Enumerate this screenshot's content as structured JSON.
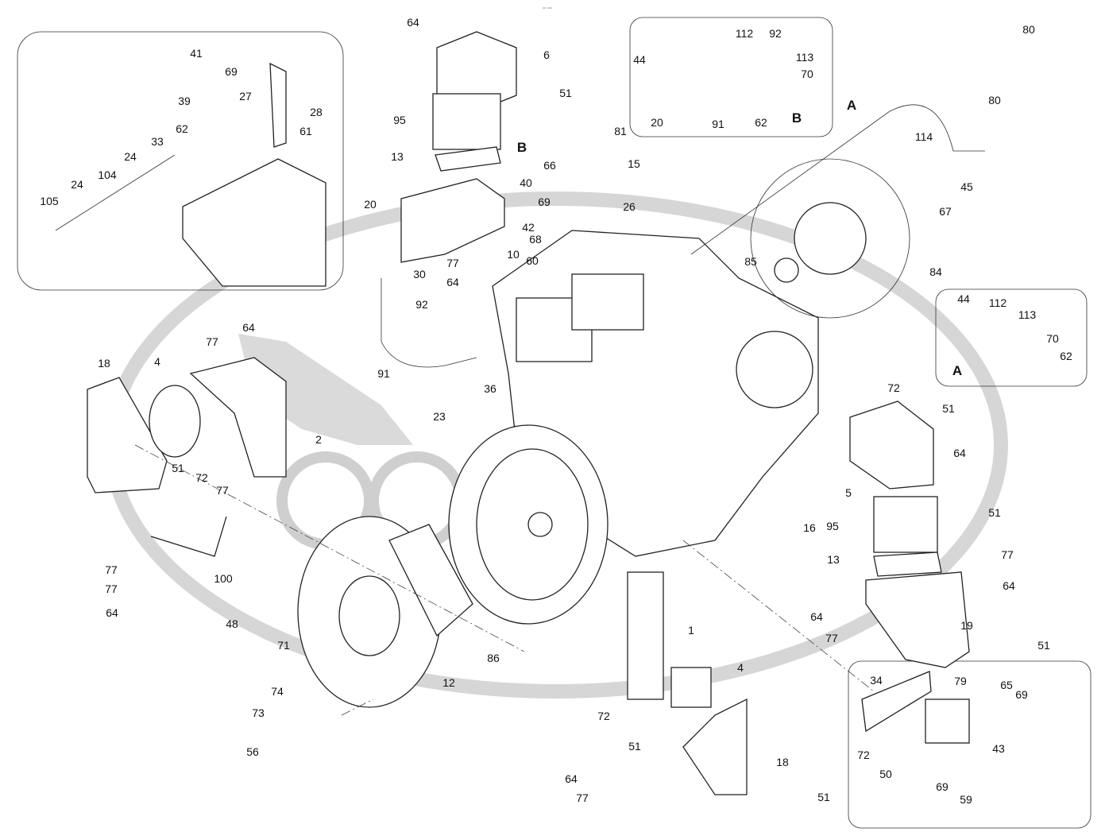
{
  "header_mark": "▫▫ ▫▫▫",
  "labels": [
    "64",
    "6",
    "51",
    "95",
    "13",
    "B",
    "20",
    "66",
    "40",
    "69",
    "42",
    "68",
    "10",
    "60",
    "77",
    "64",
    "30",
    "92",
    "81",
    "15",
    "26",
    "85",
    "84",
    "45",
    "67",
    "A",
    "114",
    "80",
    "80",
    "44",
    "112",
    "92",
    "113",
    "70",
    "20",
    "91",
    "62",
    "B",
    "41",
    "69",
    "27",
    "28",
    "39",
    "61",
    "62",
    "33",
    "24",
    "104",
    "24",
    "105",
    "44",
    "112",
    "113",
    "70",
    "62",
    "A",
    "18",
    "4",
    "77",
    "64",
    "2",
    "51",
    "72",
    "77",
    "100",
    "77",
    "77",
    "64",
    "48",
    "71",
    "86",
    "12",
    "74",
    "73",
    "56",
    "91",
    "36",
    "23",
    "16",
    "1",
    "4",
    "72",
    "51",
    "18",
    "64",
    "77",
    "51",
    "72",
    "51",
    "64",
    "5",
    "95",
    "51",
    "13",
    "77",
    "64",
    "64",
    "77",
    "19",
    "51",
    "34",
    "79",
    "65",
    "69",
    "43",
    "72",
    "50",
    "69",
    "59"
  ],
  "colors": {
    "line": "#222222",
    "watermark": "#d8d8d8"
  }
}
